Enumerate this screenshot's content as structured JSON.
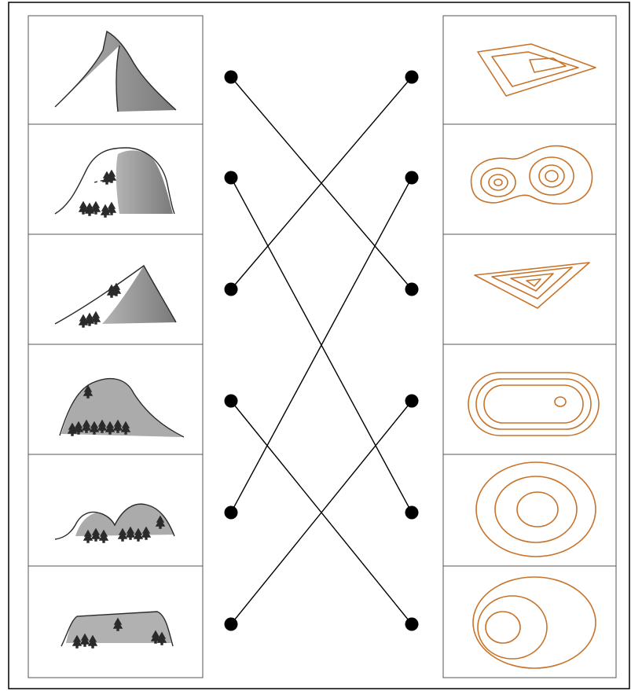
{
  "diagram": {
    "left_column": [
      {
        "id": "L1",
        "icon": "steep-peak-mountain-icon",
        "shading": "right-face"
      },
      {
        "id": "L2",
        "icon": "rounded-hill-with-trees-icon",
        "shading": "right-face"
      },
      {
        "id": "L3",
        "icon": "one-sided-steep-ridge-icon",
        "shading": "right-face"
      },
      {
        "id": "L4",
        "icon": "gentle-slope-hill-with-forest-icon",
        "shading": "body"
      },
      {
        "id": "L5",
        "icon": "twin-summit-hills-icon",
        "shading": "body"
      },
      {
        "id": "L6",
        "icon": "flat-topped-plateau-icon",
        "shading": "body"
      }
    ],
    "right_column": [
      {
        "id": "R1",
        "icon": "asymmetric-triangular-contour-icon"
      },
      {
        "id": "R2",
        "icon": "double-summit-contour-icon"
      },
      {
        "id": "R3",
        "icon": "triangular-contour-icon"
      },
      {
        "id": "R4",
        "icon": "elongated-plateau-contour-icon"
      },
      {
        "id": "R5",
        "icon": "concentric-oval-contour-icon"
      },
      {
        "id": "R6",
        "icon": "offset-oval-contour-icon"
      }
    ],
    "connections": [
      {
        "from": "L1",
        "to": "R3"
      },
      {
        "from": "L2",
        "to": "R5"
      },
      {
        "from": "L3",
        "to": "R1"
      },
      {
        "from": "L4",
        "to": "R6"
      },
      {
        "from": "L5",
        "to": "R2"
      },
      {
        "from": "L6",
        "to": "R4"
      }
    ],
    "colors": {
      "line": "#000000",
      "panel_border": "#555555",
      "contour": "#c8732a",
      "sketch": "#2a2a2a",
      "shade": "#8f8f8f"
    }
  }
}
